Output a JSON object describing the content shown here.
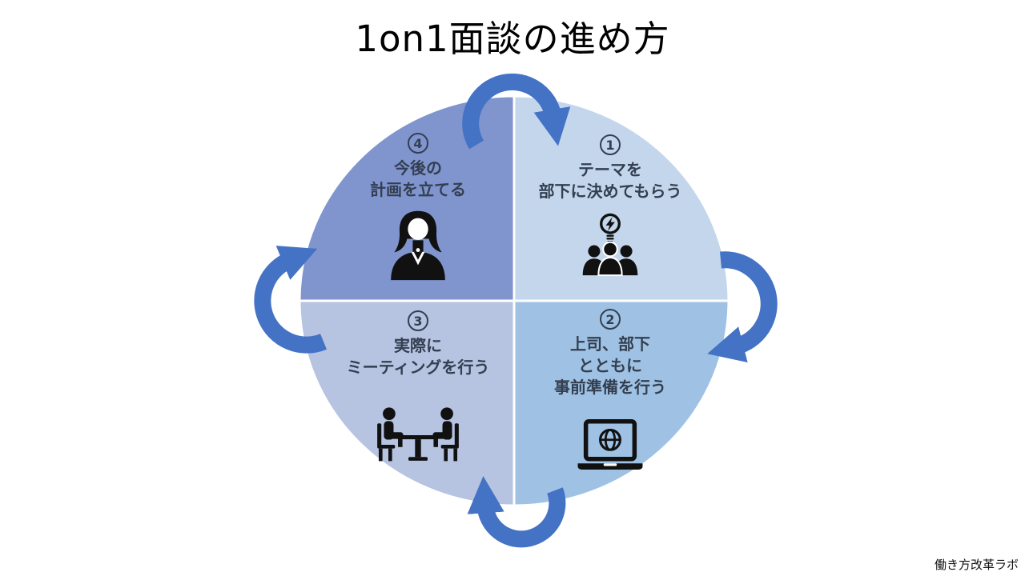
{
  "title": "1on1面談の進め方",
  "credit": "働き方改革ラボ",
  "cycle_direction": "clockwise",
  "colors": {
    "arrow": "#4472C4",
    "step_text": "#333F50",
    "quadrant_1_bg": "#C3D6EC",
    "quadrant_2_bg": "#9FC2E4",
    "quadrant_3_bg": "#B6C3E1",
    "quadrant_4_bg": "#8094CE",
    "icon": "#111111"
  },
  "steps": [
    {
      "number": "1",
      "position": "top-right",
      "icon": "idea-team-icon",
      "label_lines": [
        "テーマを",
        "部下に決めてもらう"
      ]
    },
    {
      "number": "2",
      "position": "bottom-right",
      "icon": "laptop-globe-icon",
      "label_lines": [
        "上司、部下",
        "とともに",
        "事前準備を行う"
      ]
    },
    {
      "number": "3",
      "position": "bottom-left",
      "icon": "meeting-table-icon",
      "label_lines": [
        "実際に",
        "ミーティングを行う"
      ]
    },
    {
      "number": "4",
      "position": "top-left",
      "icon": "businesswoman-icon",
      "label_lines": [
        "今後の",
        "計画を立てる"
      ]
    }
  ]
}
